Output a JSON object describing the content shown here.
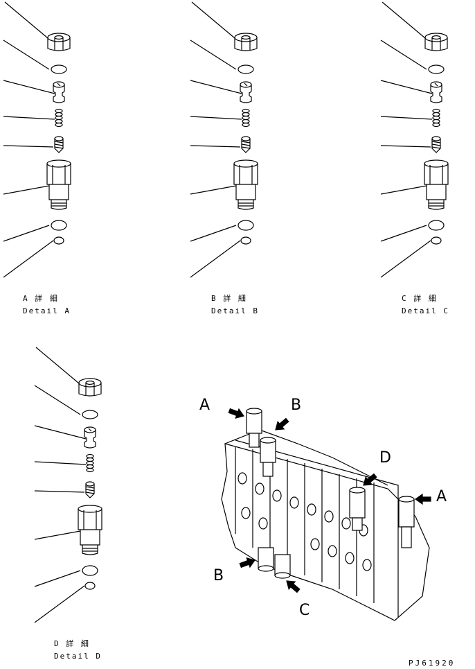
{
  "details": [
    {
      "jp": "A 詳 細",
      "en": "Detail A"
    },
    {
      "jp": "B 詳 細",
      "en": "Detail B"
    },
    {
      "jp": "C 詳 細",
      "en": "Detail C"
    },
    {
      "jp": "D 詳 細",
      "en": "Detail D"
    }
  ],
  "callouts": {
    "a_left": "A",
    "b_top": "B",
    "d_right": "D",
    "a_right": "A",
    "b_bottom": "B",
    "c_bottom": "C"
  },
  "drawing_code": "PJ61920"
}
